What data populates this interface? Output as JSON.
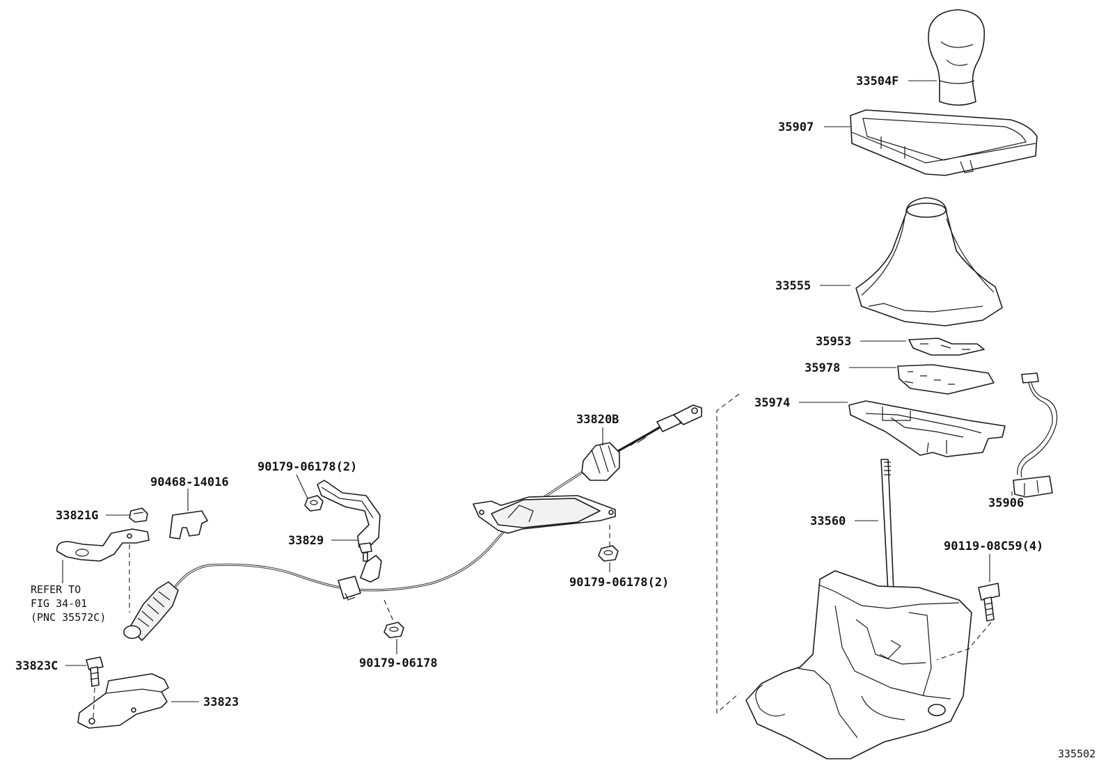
{
  "labels": {
    "p33504F": "33504F",
    "p35907": "35907",
    "p33555": "33555",
    "p35953": "35953",
    "p35978": "35978",
    "p35974": "35974",
    "p35906": "35906",
    "p33560": "33560",
    "p90119": "90119-08C59(4)",
    "p33820B": "33820B",
    "p90179a": "90179-06178(2)",
    "p90179b": "90179-06178(2)",
    "p90179c": "90179-06178",
    "p90468": "90468-14016",
    "p33821G": "33821G",
    "p33829": "33829",
    "p33823C": "33823C",
    "p33823": "33823",
    "note1": "REFER TO",
    "note2": "FIG 34-01",
    "note3": "(PNC 35572C)",
    "figure_id": "335502"
  }
}
